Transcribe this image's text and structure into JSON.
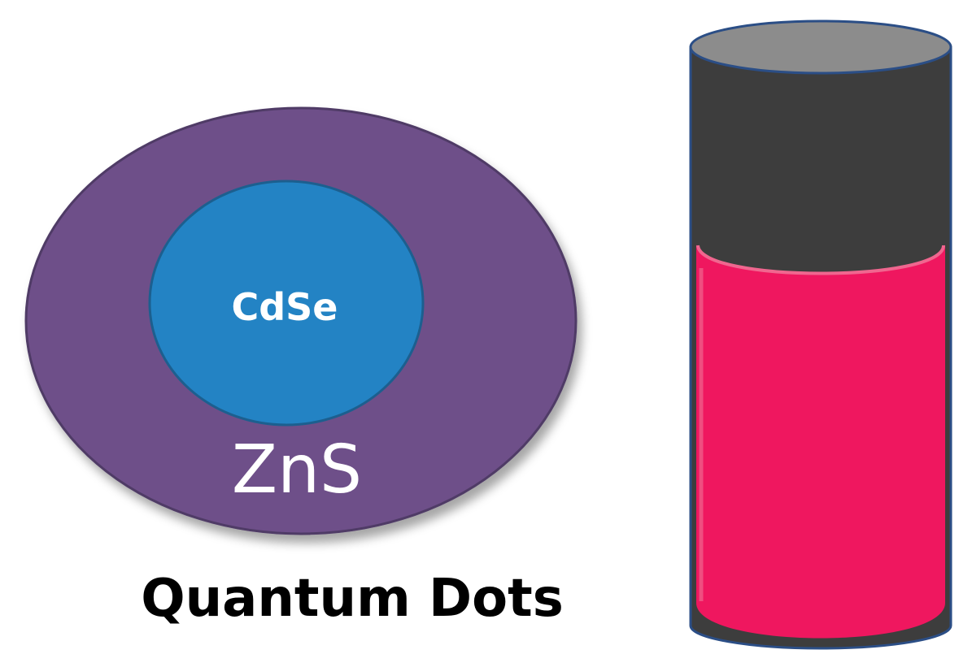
{
  "diagram": {
    "core_label": "CdSe",
    "shell_label": "ZnS",
    "caption": "Quantum Dots"
  },
  "colors": {
    "shell_fill": "#6e5089",
    "shell_stroke": "#4f3a66",
    "core_fill": "#2383c4",
    "core_stroke": "#1c5f8f",
    "vial_dark": "#3d3d3d",
    "vial_cap_top": "#8c8c8c",
    "vial_outline": "#2b4e86",
    "liquid_fill": "#ef175f",
    "liquid_highlight": "#f0668f",
    "text_light": "#ffffff",
    "text_dark": "#000000"
  }
}
